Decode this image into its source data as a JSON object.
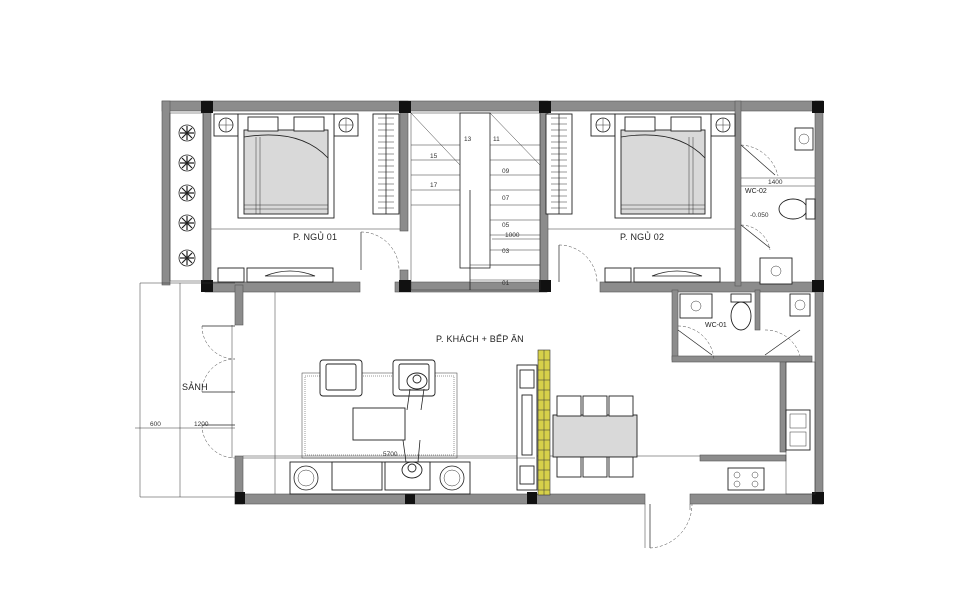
{
  "plan": {
    "rooms": {
      "bedroom_1": "P. NGỦ 01",
      "bedroom_2": "P. NGỦ 02",
      "living_kitchen": "P. KHÁCH + BẾP ĂN",
      "porch": "SẢNH",
      "wc_1": "WC-01",
      "wc_2": "WC-02"
    },
    "stair_steps": [
      "01",
      "03",
      "05",
      "07",
      "09",
      "11",
      "13",
      "15",
      "17"
    ],
    "dimensions": {
      "stair_width": "1000",
      "wc2_width": "1400",
      "wc2_level": "-0.050",
      "living_width": "5700",
      "porch_depth": "600",
      "porch_width": "1200"
    },
    "colors": {
      "wall": "#8c8c8c",
      "column": "#111111",
      "bed": "#d9d9d9",
      "brick": "#d6d04a"
    }
  }
}
